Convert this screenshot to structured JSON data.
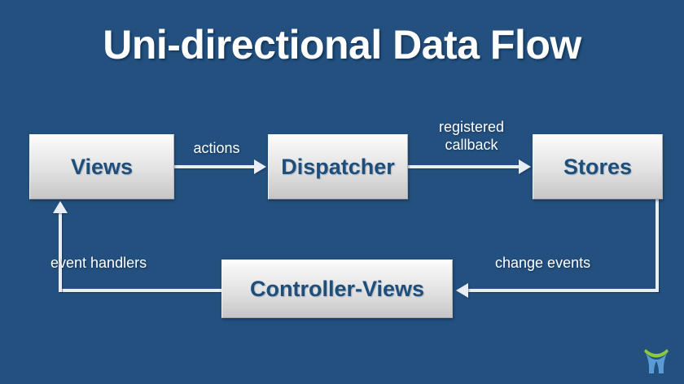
{
  "slide": {
    "title": "Uni-directional Data Flow",
    "background_color": "#23507f",
    "title_color": "#ffffff"
  },
  "nodes": [
    {
      "id": "views",
      "label": "Views",
      "text_color": "#1f4e79"
    },
    {
      "id": "dispatcher",
      "label": "Dispatcher",
      "text_color": "#1f4e79"
    },
    {
      "id": "stores",
      "label": "Stores",
      "text_color": "#1f4e79"
    },
    {
      "id": "controller",
      "label": "Controller-Views",
      "text_color": "#1f4e79"
    }
  ],
  "edges": [
    {
      "id": "views-to-dispatcher",
      "label": "actions",
      "from": "views",
      "to": "dispatcher"
    },
    {
      "id": "dispatcher-to-stores",
      "label": "registered\ncallback",
      "from": "dispatcher",
      "to": "stores"
    },
    {
      "id": "stores-to-controller",
      "label": "change events",
      "from": "stores",
      "to": "controller"
    },
    {
      "id": "controller-to-views",
      "label": "event handlers",
      "from": "controller",
      "to": "views"
    }
  ],
  "logo": {
    "name": "person-arc-logo",
    "arc_color": "#8dc63f",
    "figure_color": "#5b9bd5"
  }
}
